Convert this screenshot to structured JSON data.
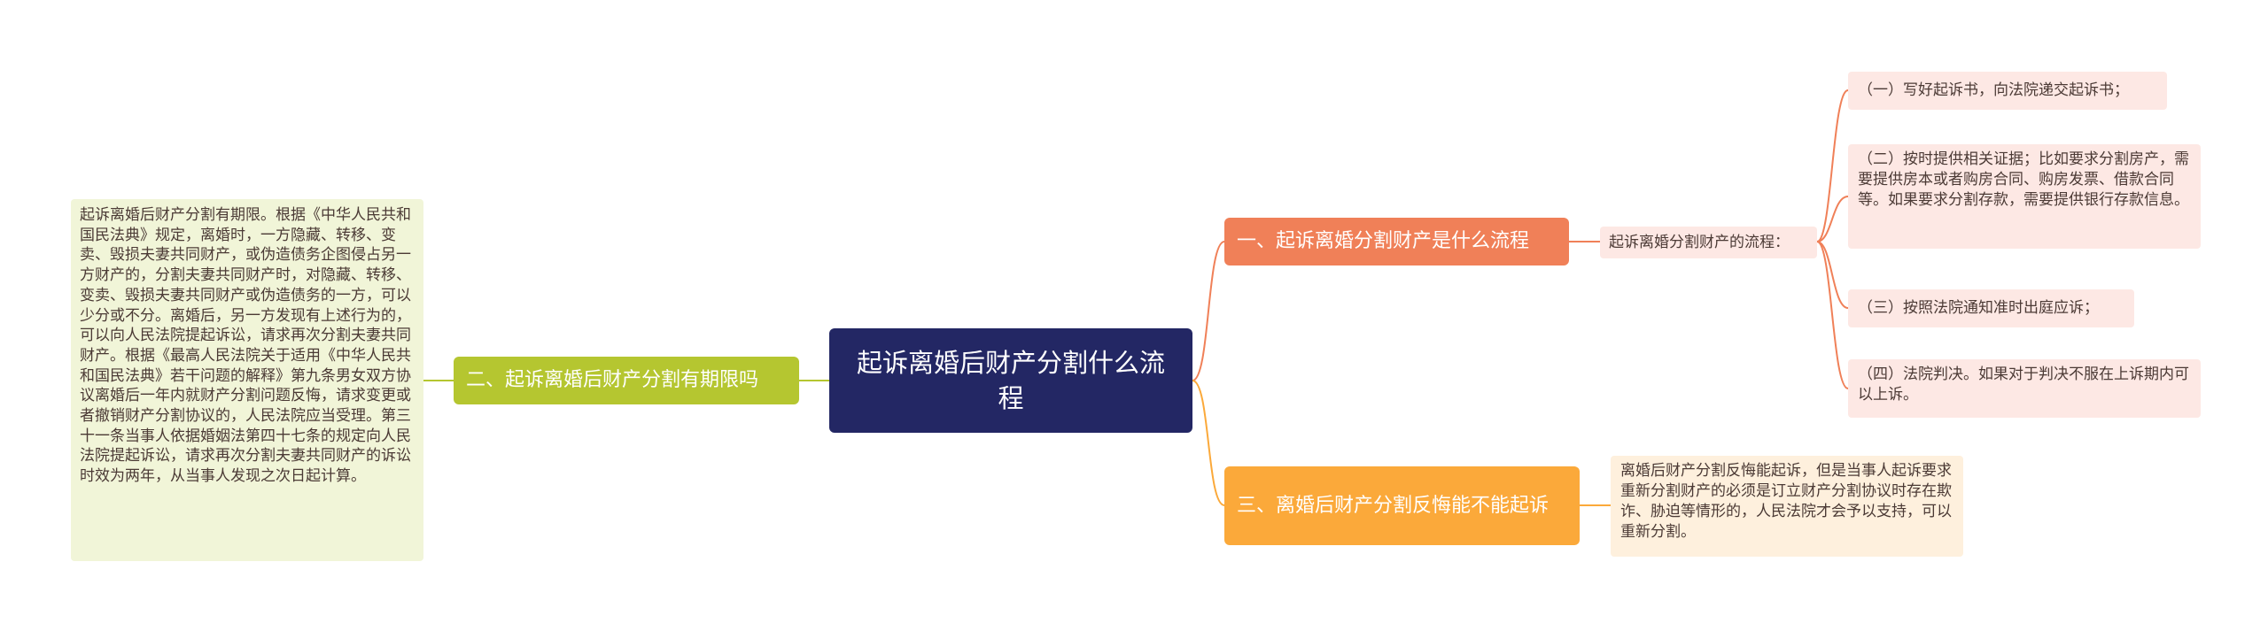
{
  "root": {
    "title": "起诉离婚后财产分割什么流程"
  },
  "branches": {
    "b1": {
      "title": "一、起诉离婚分割财产是什么流程",
      "sub": "起诉离婚分割财产的流程："
    },
    "b2": {
      "title": "二、起诉离婚后财产分割有期限吗"
    },
    "b3": {
      "title": "三、离婚后财产分割反悔能不能起诉"
    }
  },
  "leaves": {
    "l1": "（一）写好起诉书，向法院递交起诉书；",
    "l2": "（二）按时提供相关证据；比如要求分割房产，需要提供房本或者购房合同、购房发票、借款合同等。如果要求分割存款，需要提供银行存款信息。",
    "l3": "（三）按照法院通知准时出庭应诉；",
    "l4": "（四）法院判决。如果对于判决不服在上诉期内可以上诉。",
    "l5": "离婚后财产分割反悔能起诉，但是当事人起诉要求重新分割财产的必须是订立财产分割协议时存在欺诈、胁迫等情形的，人民法院才会予以支持，可以重新分割。",
    "l6": "起诉离婚后财产分割有期限。根据《中华人民共和国民法典》规定，离婚时，一方隐藏、转移、变卖、毁损夫妻共同财产，或伪造债务企图侵占另一方财产的，分割夫妻共同财产时，对隐藏、转移、变卖、毁损夫妻共同财产或伪造债务的一方，可以少分或不分。离婚后，另一方发现有上述行为的，可以向人民法院提起诉讼，请求再次分割夫妻共同财产。根据《最高人民法院关于适用《中华人民共和国民法典》若干问题的解释》第九条男女双方协议离婚后一年内就财产分割问题反悔，请求变更或者撤销财产分割协议的，人民法院应当受理。第三十一条当事人依据婚姻法第四十七条的规定向人民法院提起诉讼，请求再次分割夫妻共同财产的诉讼时效为两年，从当事人发现之次日起计算。"
  },
  "colors": {
    "root": "#232764",
    "branch1": "#f08058",
    "branch2": "#b5c630",
    "branch3": "#fba93a",
    "leaf_pink": "#fde8e4",
    "leaf_orange": "#fef0dd",
    "leaf_green": "#f1f5d8"
  }
}
